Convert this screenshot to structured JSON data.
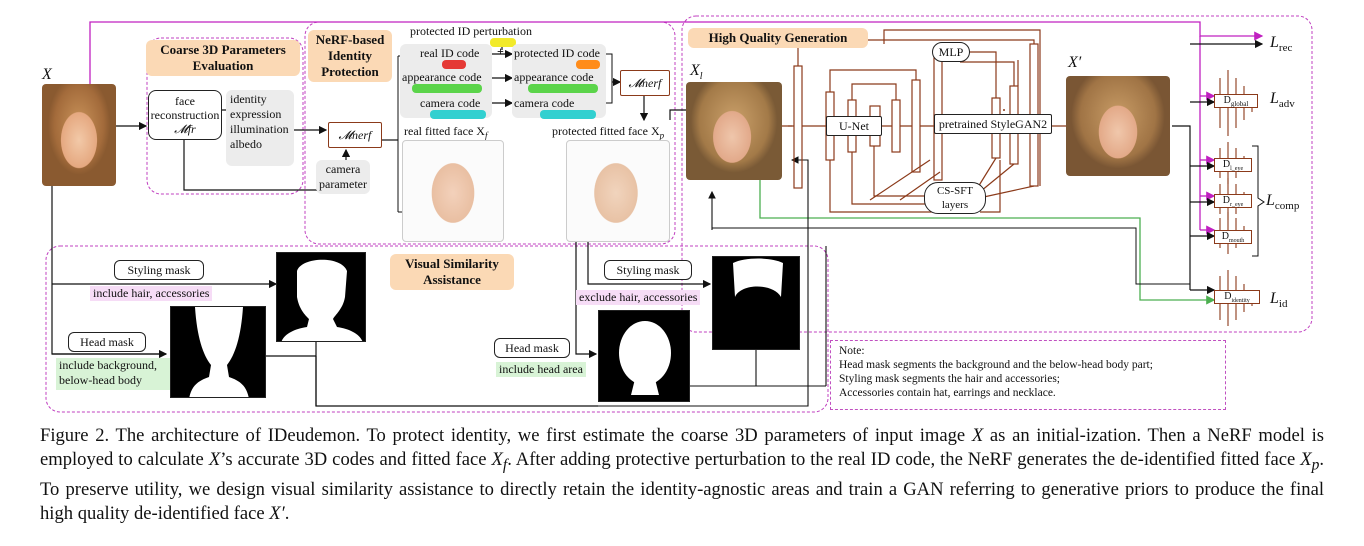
{
  "sections": {
    "coarse": "Coarse 3D Parameters Evaluation",
    "nerf": "NeRF-based Identity Protection",
    "hq": "High Quality Generation",
    "vsa": "Visual Similarity Assistance"
  },
  "labels": {
    "X": "X",
    "X_prime": "X′",
    "X_l": "X",
    "X_l_sub": "l",
    "face_recon_1": "face",
    "face_recon_2": "reconstruction",
    "face_recon_3": "𝓜fr",
    "params": [
      "identity",
      "expression",
      "illumination",
      "albedo"
    ],
    "m_nerf": "𝓜nerf",
    "camera_param_1": "camera",
    "camera_param_2": "parameter",
    "perturbation": "protected ID perturbation",
    "plus": "+",
    "real_id": "real ID code",
    "protected_id": "protected ID code",
    "appearance": "appearance code",
    "camera_code": "camera code",
    "real_fitted": "real fitted face X",
    "real_fitted_sub": "f",
    "protected_fitted": "protected fitted face X",
    "protected_fitted_sub": "p",
    "mlp": "MLP",
    "unet": "U-Net",
    "stylegan": "pretrained StyleGAN2",
    "cssft_1": "CS-SFT",
    "cssft_2": "layers",
    "styling_mask": "Styling mask",
    "head_mask": "Head mask",
    "include_hair": "include hair, accessories",
    "exclude_hair": "exclude hair, accessories",
    "include_bg_1": "include background,",
    "include_bg_2": "below-head body",
    "include_head": "include head area"
  },
  "losses": {
    "rec": "L",
    "rec_sub": "rec",
    "adv": "L",
    "adv_sub": "adv",
    "comp": "L",
    "comp_sub": "comp",
    "id": "L",
    "id_sub": "id"
  },
  "discriminators": {
    "global": "D",
    "global_sub": "global",
    "leye": "D",
    "leye_sub": "l_eye",
    "reye": "D",
    "reye_sub": "r_eye",
    "mouth": "D",
    "mouth_sub": "mouth",
    "identity": "D",
    "identity_sub": "identity"
  },
  "note": {
    "title": "Note:",
    "lines": [
      "Head mask segments the background and the below-head body part;",
      "Styling mask segments the hair and accessories;",
      "Accessories contain hat, earrings and necklace."
    ]
  },
  "caption": {
    "prefix": "Figure 2. The architecture of IDeudemon. To protect identity, we first estimate the coarse 3D parameters of input image",
    "rest_1": "as an initial-ization. Then a NeRF model is employed to calculate",
    "rest_2": "’s accurate 3D codes and fitted face",
    "rest_3": ". After adding protective perturbation to the real ID code, the NeRF generates the de-identified fitted face",
    "rest_4": ". To preserve utility, we design visual similarity assistance to directly retain the identity-agnostic areas and train a GAN referring to generative priors to produce the final high quality de-identified face",
    "end": "."
  },
  "colors": {
    "pink_dash": "#c040c0",
    "brown": "#8b3a1a",
    "orange_tag": "#fbd9b5",
    "green_arrow": "#4caf50",
    "magenta_arrow": "#c020c0",
    "real_id_pill": "#e53935",
    "protected_id_pill": "#ff8c1a",
    "appearance_pill": "#5bd44a",
    "camera_pill": "#32d0d0",
    "perturb_pill": "#f2ea2a"
  }
}
